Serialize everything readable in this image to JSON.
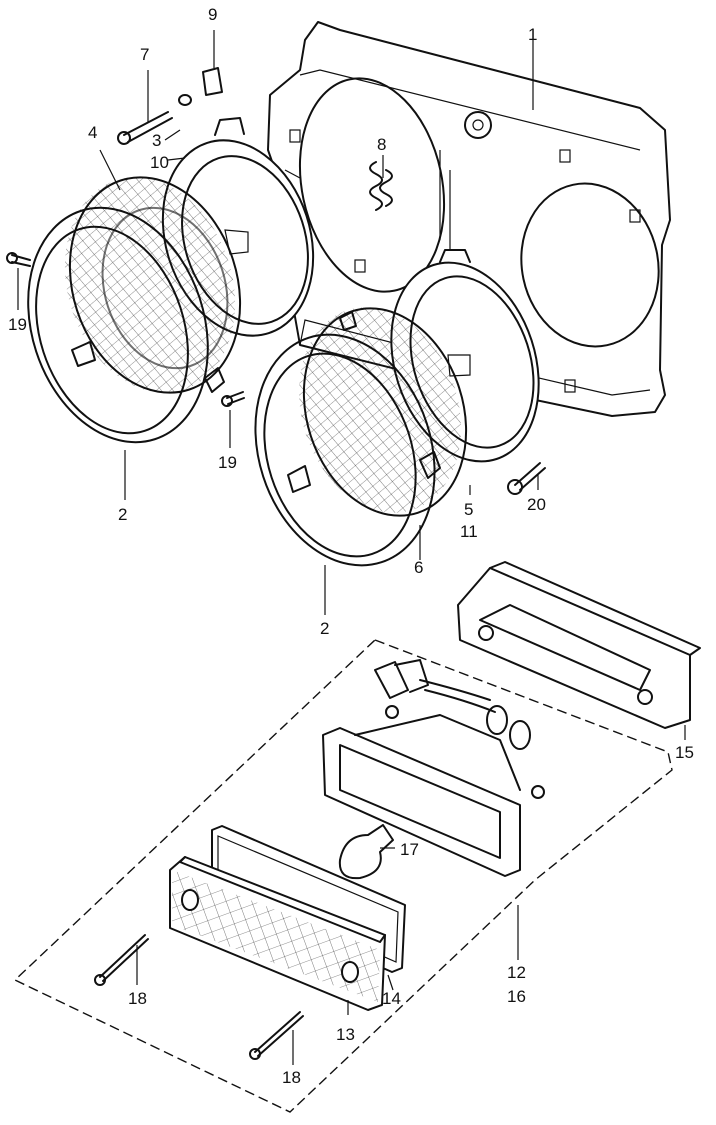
{
  "callouts": {
    "c1": "1",
    "c2a": "2",
    "c2b": "2",
    "c3": "3",
    "c4": "4",
    "c5": "5",
    "c6": "6",
    "c7": "7",
    "c8": "8",
    "c9": "9",
    "c10": "10",
    "c11": "11",
    "c12": "12",
    "c13": "13",
    "c14": "14",
    "c15": "15",
    "c16": "16",
    "c17": "17",
    "c18a": "18",
    "c18b": "18",
    "c19a": "19",
    "c19b": "19",
    "c20": "20"
  }
}
